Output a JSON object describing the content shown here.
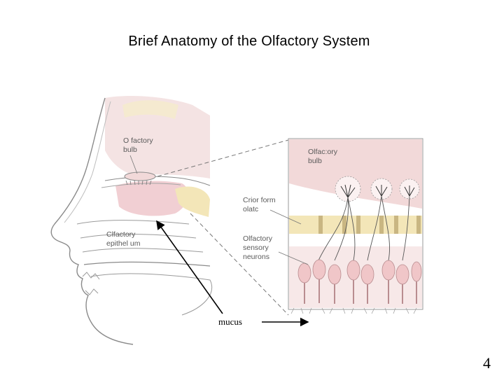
{
  "slide": {
    "title": "Brief Anatomy of  the Olfactory System",
    "page_number": "4"
  },
  "head_diagram": {
    "labels": {
      "olfactory_bulb_line1": "O factory",
      "olfactory_bulb_line2": "bulb",
      "olfactory_epithelium_line1": "Clfactory",
      "olfactory_epithelium_line2": "epithel um"
    }
  },
  "detail_diagram": {
    "labels": {
      "olfactory_bulb_line1": "Olfac:ory",
      "olfactory_bulb_line2": "bulb",
      "cribriform_line1": "Crior form",
      "cribriform_line2": "olatc",
      "sensory_line1": "Olfactory",
      "sensory_line2": "sensory",
      "sensory_line3": "neurons"
    }
  },
  "annotation": {
    "mucus_label": "mucus"
  },
  "colors": {
    "bulb_pink": "#f2d9d9",
    "bone_yellow": "#f3e6b8",
    "epithelium_pink": "#e9b3b8",
    "neuron_pink": "#f0c6c8",
    "outline": "#9a9a9a"
  }
}
